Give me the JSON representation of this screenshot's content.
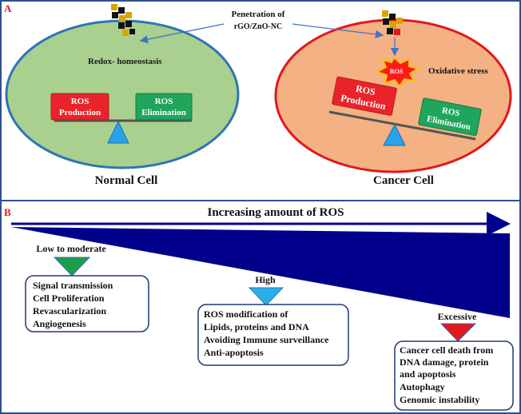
{
  "panel_a": {
    "label": "A",
    "penetration_line1": "Penetration of",
    "penetration_line2": "rGO/ZnO-NC",
    "normal_cell": {
      "title": "Normal Cell",
      "homeostasis": "Redox- homeostasis",
      "ros_production": [
        "ROS",
        "Production"
      ],
      "ros_elimination": [
        "ROS",
        "Elimination"
      ]
    },
    "cancer_cell": {
      "title": "Cancer Cell",
      "ros_burst": "ROS",
      "oxidative_stress": "Oxidative stress",
      "ros_production": [
        "ROS",
        "Production"
      ],
      "ros_elimination": [
        "ROS",
        "Elimination"
      ]
    }
  },
  "panel_b": {
    "label": "B",
    "arrow_title": "Increasing amount of ROS",
    "levels": [
      {
        "name": "Low to moderate",
        "color": "#1e9e4a",
        "effects": [
          "Signal transmission",
          "Cell Proliferation",
          "Revascularization",
          "Angiogenesis"
        ]
      },
      {
        "name": "High",
        "color": "#27b0e6",
        "effects": [
          "ROS modification of",
          "Lipids, proteins and DNA",
          "Avoiding Immune surveillance",
          "Anti-apoptosis"
        ]
      },
      {
        "name": "Excessive",
        "color": "#e0191d",
        "effects": [
          "Cancer cell death from",
          "DNA damage, protein",
          "and apoptosis",
          "Autophagy",
          "Genomic instability"
        ]
      }
    ]
  },
  "colors": {
    "frame": "#2f4f8f",
    "normal_cell_fill": "#a9d08e",
    "cancer_cell_fill": "#f4b183",
    "cell_border": "#2e75b6",
    "ros_production": "#e8242a",
    "ros_elimination": "#1fa55c",
    "wedge": "#00008b",
    "panel_label": "#e0191d"
  }
}
